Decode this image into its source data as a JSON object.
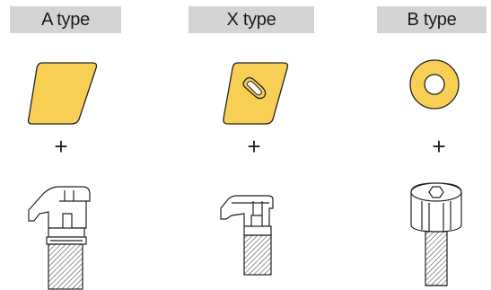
{
  "types": [
    {
      "id": "a",
      "label": "A type"
    },
    {
      "id": "x",
      "label": "X type"
    },
    {
      "id": "b",
      "label": "B type"
    }
  ],
  "connector_symbol": "+",
  "colors": {
    "header_bg": "#d4d4d4",
    "pad_fill": "#f7cf54",
    "outline": "#222222"
  }
}
